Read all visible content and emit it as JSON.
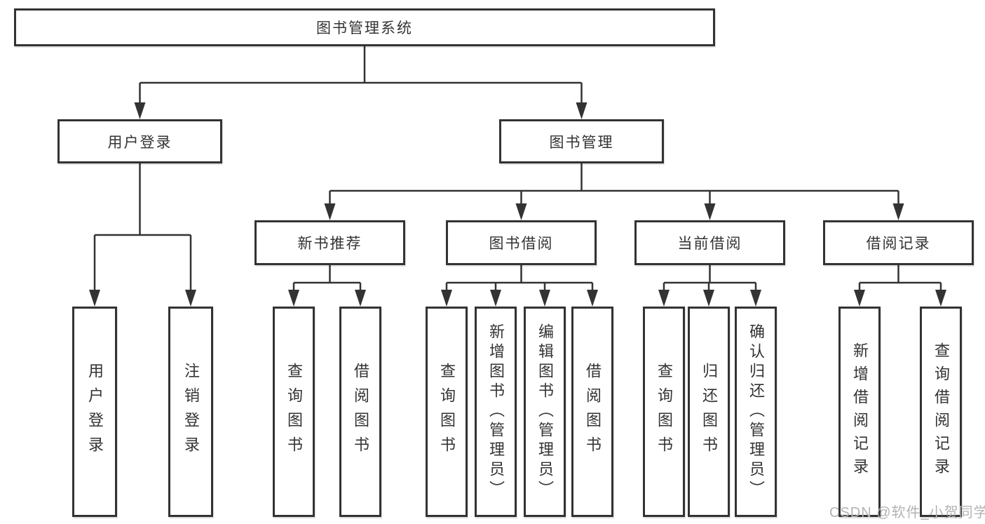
{
  "diagram_title": "图书管理系统",
  "tree": {
    "label": "图书管理系统",
    "children": [
      {
        "label": "用户登录",
        "children": [
          {
            "label": "用户登录"
          },
          {
            "label": "注销登录"
          }
        ]
      },
      {
        "label": "图书管理",
        "children": [
          {
            "label": "新书推荐",
            "children": [
              {
                "label": "查询图书"
              },
              {
                "label": "借阅图书"
              }
            ]
          },
          {
            "label": "图书借阅",
            "children": [
              {
                "label": "查询图书"
              },
              {
                "label": "新增图书（管理员）"
              },
              {
                "label": "编辑图书（管理员）"
              },
              {
                "label": "借阅图书"
              }
            ]
          },
          {
            "label": "当前借阅",
            "children": [
              {
                "label": "查询图书"
              },
              {
                "label": "归还图书"
              },
              {
                "label": "确认归还（管理员）"
              }
            ]
          },
          {
            "label": "借阅记录",
            "children": [
              {
                "label": "新增借阅记录"
              },
              {
                "label": "查询借阅记录"
              }
            ]
          }
        ]
      }
    ]
  },
  "watermark": "CSDN @软件_小贺同学",
  "colors": {
    "line": "#333333",
    "box_border": "#333333",
    "text": "#333333",
    "watermark": "#b3b3b3",
    "background": "#ffffff"
  }
}
